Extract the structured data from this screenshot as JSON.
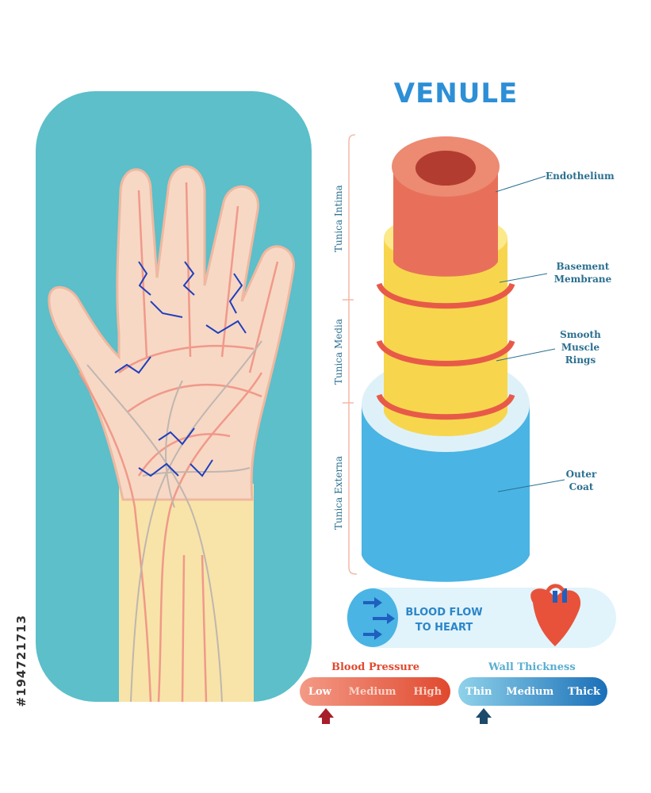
{
  "title": "VENULE",
  "layers": {
    "tunica_intima": "Tunica Intima",
    "tunica_media": "Tunica Media",
    "tunica_externa": "Tunica Externa"
  },
  "callouts": {
    "endothelium": "Endothelium",
    "basement_1": "Basement",
    "basement_2": "Membrane",
    "smooth_1": "Smooth",
    "smooth_2": "Muscle",
    "smooth_3": "Rings",
    "outer_1": "Outer",
    "outer_2": "Coat"
  },
  "flow": {
    "line1": "BLOOD FLOW",
    "line2": "TO HEART"
  },
  "pressure": {
    "title": "Blood Pressure",
    "low": "Low",
    "medium": "Medium",
    "high": "High",
    "indicator": "Low"
  },
  "thickness": {
    "title": "Wall Thickness",
    "thin": "Thin",
    "medium": "Medium",
    "thick": "Thick",
    "indicator": "Thin"
  },
  "watermark": "#194721713",
  "colors": {
    "panel": "#5cbfc9",
    "vein": "#1f3fbf",
    "artery": "#f0998a",
    "endothelium": "#e8705a",
    "membrane": "#f7d64d",
    "muscle": "#e85a48",
    "outer": "#4ab4e4",
    "accent_blue": "#2d8fd6"
  }
}
